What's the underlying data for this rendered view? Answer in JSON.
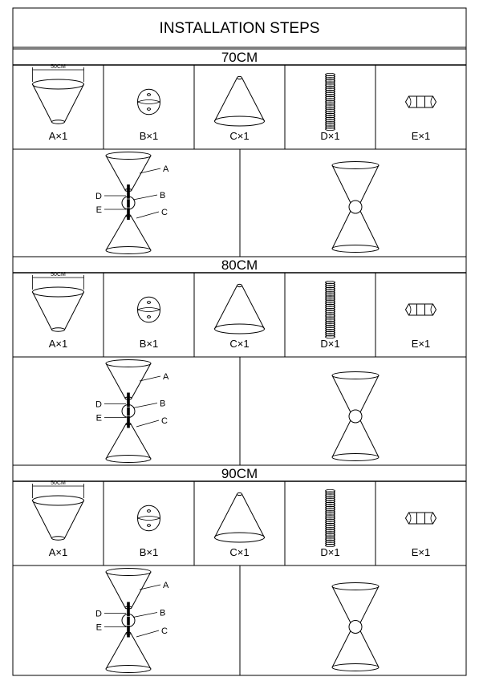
{
  "title": "INSTALLATION STEPS",
  "sections": [
    {
      "heading": "70CM",
      "parts": [
        {
          "id": "A",
          "label": "A×1",
          "icon": "top-shade-icon",
          "dimension": "50CM"
        },
        {
          "id": "B",
          "label": "B×1",
          "icon": "ball-connector-icon"
        },
        {
          "id": "C",
          "label": "C×1",
          "icon": "cone-shade-icon"
        },
        {
          "id": "D",
          "label": "D×1",
          "icon": "threaded-rod-icon"
        },
        {
          "id": "E",
          "label": "E×1",
          "icon": "hex-nut-icon"
        }
      ],
      "callouts": [
        "A",
        "B",
        "C",
        "D",
        "E"
      ]
    },
    {
      "heading": "80CM",
      "parts": [
        {
          "id": "A",
          "label": "A×1",
          "icon": "top-shade-icon",
          "dimension": "50CM"
        },
        {
          "id": "B",
          "label": "B×1",
          "icon": "ball-connector-icon"
        },
        {
          "id": "C",
          "label": "C×1",
          "icon": "cone-shade-icon"
        },
        {
          "id": "D",
          "label": "D×1",
          "icon": "threaded-rod-icon"
        },
        {
          "id": "E",
          "label": "E×1",
          "icon": "hex-nut-icon"
        }
      ],
      "callouts": [
        "A",
        "B",
        "C",
        "D",
        "E"
      ]
    },
    {
      "heading": "90CM",
      "parts": [
        {
          "id": "A",
          "label": "A×1",
          "icon": "top-shade-icon",
          "dimension": "50CM"
        },
        {
          "id": "B",
          "label": "B×1",
          "icon": "ball-connector-icon"
        },
        {
          "id": "C",
          "label": "C×1",
          "icon": "cone-shade-icon"
        },
        {
          "id": "D",
          "label": "D×1",
          "icon": "threaded-rod-icon"
        },
        {
          "id": "E",
          "label": "E×1",
          "icon": "hex-nut-icon"
        }
      ],
      "callouts": [
        "A",
        "B",
        "C",
        "D",
        "E"
      ]
    }
  ]
}
